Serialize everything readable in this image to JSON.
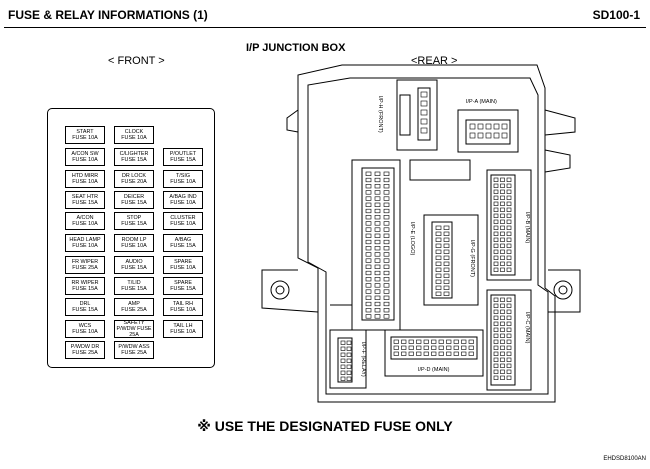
{
  "header": {
    "title": "FUSE & RELAY INFORMATIONS (1)",
    "code": "SD100-1"
  },
  "diagram_title": "I/P JUNCTION BOX",
  "front_label": "< FRONT >",
  "rear_label": "<REAR >",
  "fuses": [
    {
      "l1": "START",
      "l2": "FUSE 10A"
    },
    {
      "l1": "CLOCK",
      "l2": "FUSE 10A"
    },
    {
      "l1": "A/CON SW",
      "l2": "FUSE 10A"
    },
    {
      "l1": "C/LIGHTER",
      "l2": "FUSE 15A"
    },
    {
      "l1": "P/OUTLET",
      "l2": "FUSE 15A"
    },
    {
      "l1": "HTD MIRR",
      "l2": "FUSE 10A"
    },
    {
      "l1": "DR LOCK",
      "l2": "FUSE 20A"
    },
    {
      "l1": "T/SIG",
      "l2": "FUSE 10A"
    },
    {
      "l1": "SEAT HTR",
      "l2": "FUSE 15A"
    },
    {
      "l1": "DEICER",
      "l2": "FUSE 15A"
    },
    {
      "l1": "A/BAG IND",
      "l2": "FUSE 10A"
    },
    {
      "l1": "A/CON",
      "l2": "FUSE 10A"
    },
    {
      "l1": "STOP",
      "l2": "FUSE 15A"
    },
    {
      "l1": "CLUSTER",
      "l2": "FUSE 10A"
    },
    {
      "l1": "HEAD LAMP",
      "l2": "FUSE 10A"
    },
    {
      "l1": "ROOM LP",
      "l2": "FUSE 10A"
    },
    {
      "l1": "A/BAG",
      "l2": "FUSE 15A"
    },
    {
      "l1": "FR WIPER",
      "l2": "FUSE 25A"
    },
    {
      "l1": "AUDIO",
      "l2": "FUSE 15A"
    },
    {
      "l1": "SPARE",
      "l2": "FUSE 10A"
    },
    {
      "l1": "RR WIPER",
      "l2": "FUSE 15A"
    },
    {
      "l1": "T/LID",
      "l2": "FUSE 15A"
    },
    {
      "l1": "SPARE",
      "l2": "FUSE 15A"
    },
    {
      "l1": "DRL",
      "l2": "FUSE 15A"
    },
    {
      "l1": "AMP",
      "l2": "FUSE 25A"
    },
    {
      "l1": "TAIL RH",
      "l2": "FUSE 10A"
    },
    {
      "l1": "WCS",
      "l2": "FUSE 10A"
    },
    {
      "l1": "SAFETY",
      "l2": "P/WDW FUSE",
      "l3": "25A"
    },
    {
      "l1": "TAIL LH",
      "l2": "FUSE 10A"
    },
    {
      "l1": "P/WDW DR",
      "l2": "FUSE 25A"
    },
    {
      "l1": "P/WDW ASS",
      "l2": "FUSE 25A"
    }
  ],
  "connectors": {
    "iph": "I/P-H (FRONT)",
    "ipa": "I/P-A (MAIN)",
    "ipe": "I/P-E (LOGO)",
    "ipg": "I/P-G (FRONT)",
    "ipb": "I/P-B (MAIN)",
    "ipc": "I/P-C (MAIN)",
    "ipd": "I/P-D (MAIN)",
    "ipf": "I/P-F (RELAY)"
  },
  "note": "※ USE THE DESIGNATED FUSE ONLY",
  "footer_code": "EHDSD8100AN"
}
